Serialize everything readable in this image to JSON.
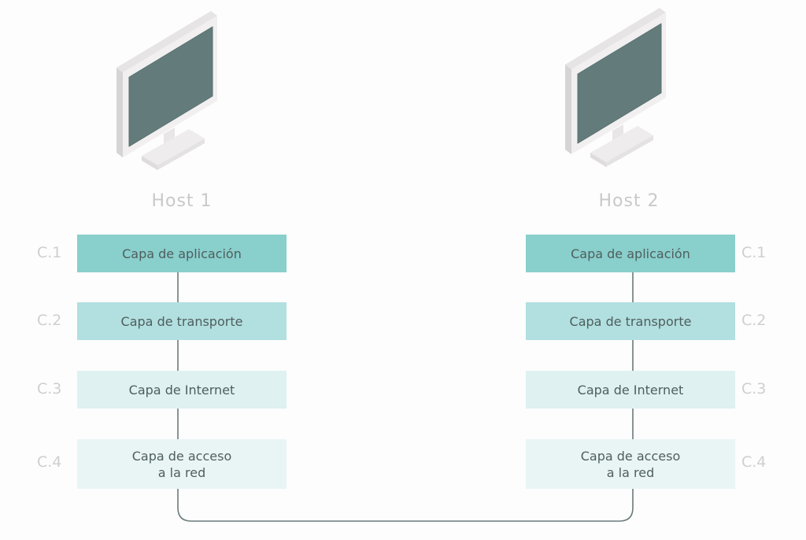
{
  "diagram": {
    "colors": {
      "layer_1": "#89cfcc",
      "layer_2": "#b2dfdf",
      "layer_3": "#dff1f1",
      "layer_4": "#e9f5f5",
      "layer_text": "#4f5e5e",
      "label_text": "#cfcfcf",
      "connector": "#6b7b7b",
      "screen": "#637b7b",
      "monitor_frame": "#dcdada"
    },
    "hosts": [
      {
        "title": "Host 1",
        "icon": "desktop-monitor-icon",
        "layers": [
          {
            "code": "C.1",
            "name": "Capa de aplicación"
          },
          {
            "code": "C.2",
            "name": "Capa de transporte"
          },
          {
            "code": "C.3",
            "name": "Capa de Internet"
          },
          {
            "code": "C.4",
            "name": "Capa de acceso\na la red"
          }
        ]
      },
      {
        "title": "Host 2",
        "icon": "desktop-monitor-icon",
        "layers": [
          {
            "code": "C.1",
            "name": "Capa de aplicación"
          },
          {
            "code": "C.2",
            "name": "Capa de transporte"
          },
          {
            "code": "C.3",
            "name": "Capa de Internet"
          },
          {
            "code": "C.4",
            "name": "Capa de acceso\na la red"
          }
        ]
      }
    ]
  }
}
